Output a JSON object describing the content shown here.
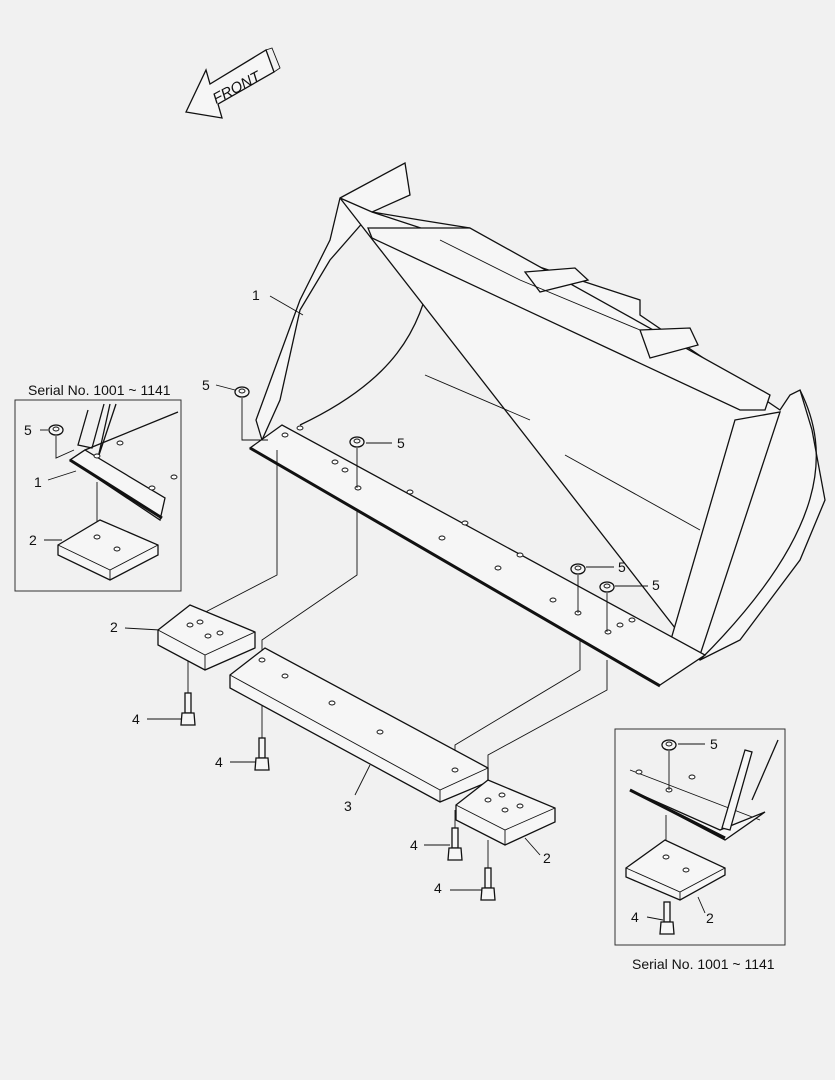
{
  "direction_arrow": {
    "label": "FRONT",
    "icon": "arrow-left-icon"
  },
  "insets": [
    {
      "serial_label": "Serial No. 1001 ~ 1141",
      "callouts": [
        "5",
        "1",
        "2"
      ]
    },
    {
      "serial_label": "Serial No. 1001 ~ 1141",
      "callouts": [
        "5",
        "4",
        "2"
      ]
    }
  ],
  "callouts": [
    "1",
    "5",
    "5",
    "5",
    "5",
    "2",
    "4",
    "4",
    "3",
    "4",
    "2",
    "4"
  ],
  "colors": {
    "background": "#f1f1f1",
    "line": "#111111"
  }
}
